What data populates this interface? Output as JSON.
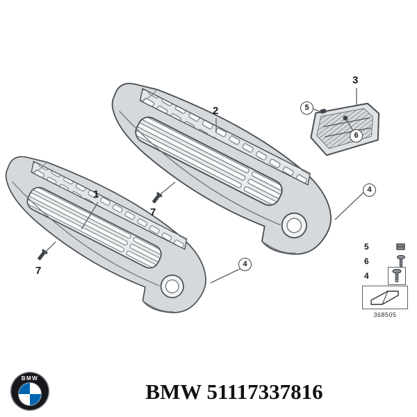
{
  "diagram": {
    "callouts": {
      "front_bumper": "1",
      "rear_bumper": "2",
      "bracket": "3",
      "screw": "4",
      "clip": "5",
      "grommet": "6",
      "bolt": "7"
    },
    "legend": {
      "clip_num": "5",
      "grommet_num": "6",
      "screw_num": "4",
      "diagram_number": "368505"
    },
    "colors": {
      "outline": "#4a4f54",
      "body_fill": "#d6d9db"
    }
  },
  "footer": {
    "logo_text": "BMW",
    "part_title": "BMW 51117337816",
    "brand_blue": "#0066b1"
  }
}
